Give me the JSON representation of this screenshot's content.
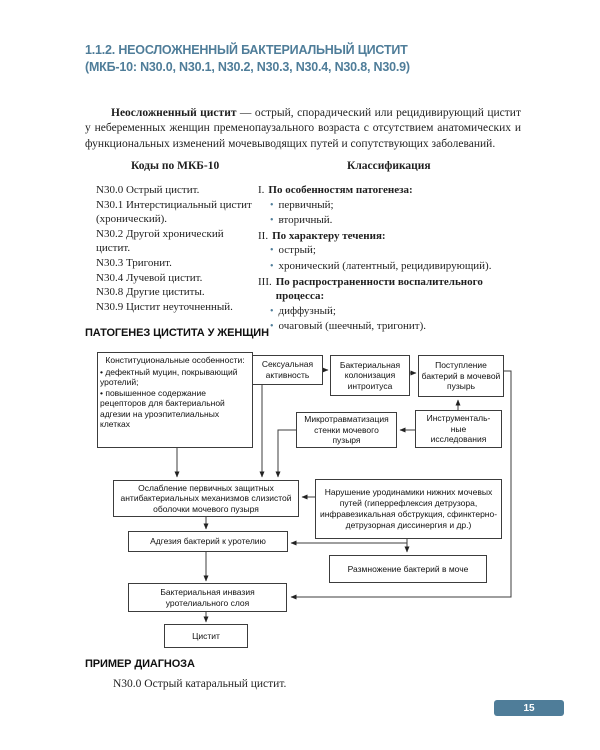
{
  "theme": {
    "accent": "#4f7d99",
    "box_border": "#3c3c3c"
  },
  "header": {
    "title_line1": "1.1.2. НЕОСЛОЖНЕННЫЙ БАКТЕРИАЛЬНЫЙ ЦИСТИТ",
    "title_line2": "(МКБ-10: N30.0, N30.1, N30.2, N30.3, N30.4, N30.8, N30.9)"
  },
  "intro": {
    "lead": "Неосложненный цистит",
    "rest": " — острый, спорадический или рецидивирующий цистит у небеременных женщин пременопаузального возраста с отсутствием анатомических и функциональных изменений мочевыводящих путей и сопутствующих заболеваний."
  },
  "columns": {
    "left_header": "Коды по МКБ-10",
    "right_header": "Классификация",
    "bullet_char": "•",
    "icd_codes": [
      "N30.0 Острый цистит.",
      "N30.1 Интерстициальный цистит (хронический).",
      "N30.2 Другой хронический цистит.",
      "N30.3 Тригонит.",
      "N30.4 Лучевой цистит.",
      "N30.8 Другие циститы.",
      "N30.9 Цистит неуточненный."
    ],
    "classification": [
      {
        "numeral": "I.",
        "heading": "По особенностям патогенеза:",
        "items": [
          "первичный;",
          "вторичный."
        ]
      },
      {
        "numeral": "II.",
        "heading": "По характеру течения:",
        "items": [
          "острый;",
          "хронический (латентный, рецидивирующий)."
        ]
      },
      {
        "numeral": "III.",
        "heading": "По распространенности воспалительного процесса:",
        "items": [
          "диффузный;",
          "очаговый (шеечный, тригонит)."
        ]
      }
    ]
  },
  "pathogenesis": {
    "heading": "ПАТОГЕНЕЗ ЦИСТИТА У ЖЕНЩИН",
    "boxes": {
      "constitutional_title": "Конституциональные особенности:",
      "constitutional_bullets": "• дефектный муцин, покрывающий уротелий;\n• повышенное содержание рецепторов для бактериальной адгезии на уроэпителиальных клетках",
      "sexual": "Сексуальная активность",
      "colonization": "Бактериальная колонизация интроитуса",
      "entry": "Поступление бактерий в мочевой пузырь",
      "microtrauma": "Микротравматизация стенки мочевого пузыря",
      "instrumental": "Инструменталь-\nные\nисследования",
      "weakening": "Ослабление первичных защитных антибактериальных механизмов слизистой оболочки мочевого пузыря",
      "urodynamics": "Нарушение уродинамики нижних мочевых путей (гиперрефлексия детрузора, инфравезикальная обструкция, сфинктерно-детрузорная диссинергия и др.)",
      "adhesion": "Адгезия бактерий к уротелию",
      "multiplication": "Размножение бактерий в моче",
      "invasion": "Бактериальная инвазия уротелиального слоя",
      "cystitis": "Цистит"
    }
  },
  "example": {
    "heading": "ПРИМЕР ДИАГНОЗА",
    "text": "N30.0 Острый катаральный цистит."
  },
  "footer": {
    "page_number": "15"
  }
}
